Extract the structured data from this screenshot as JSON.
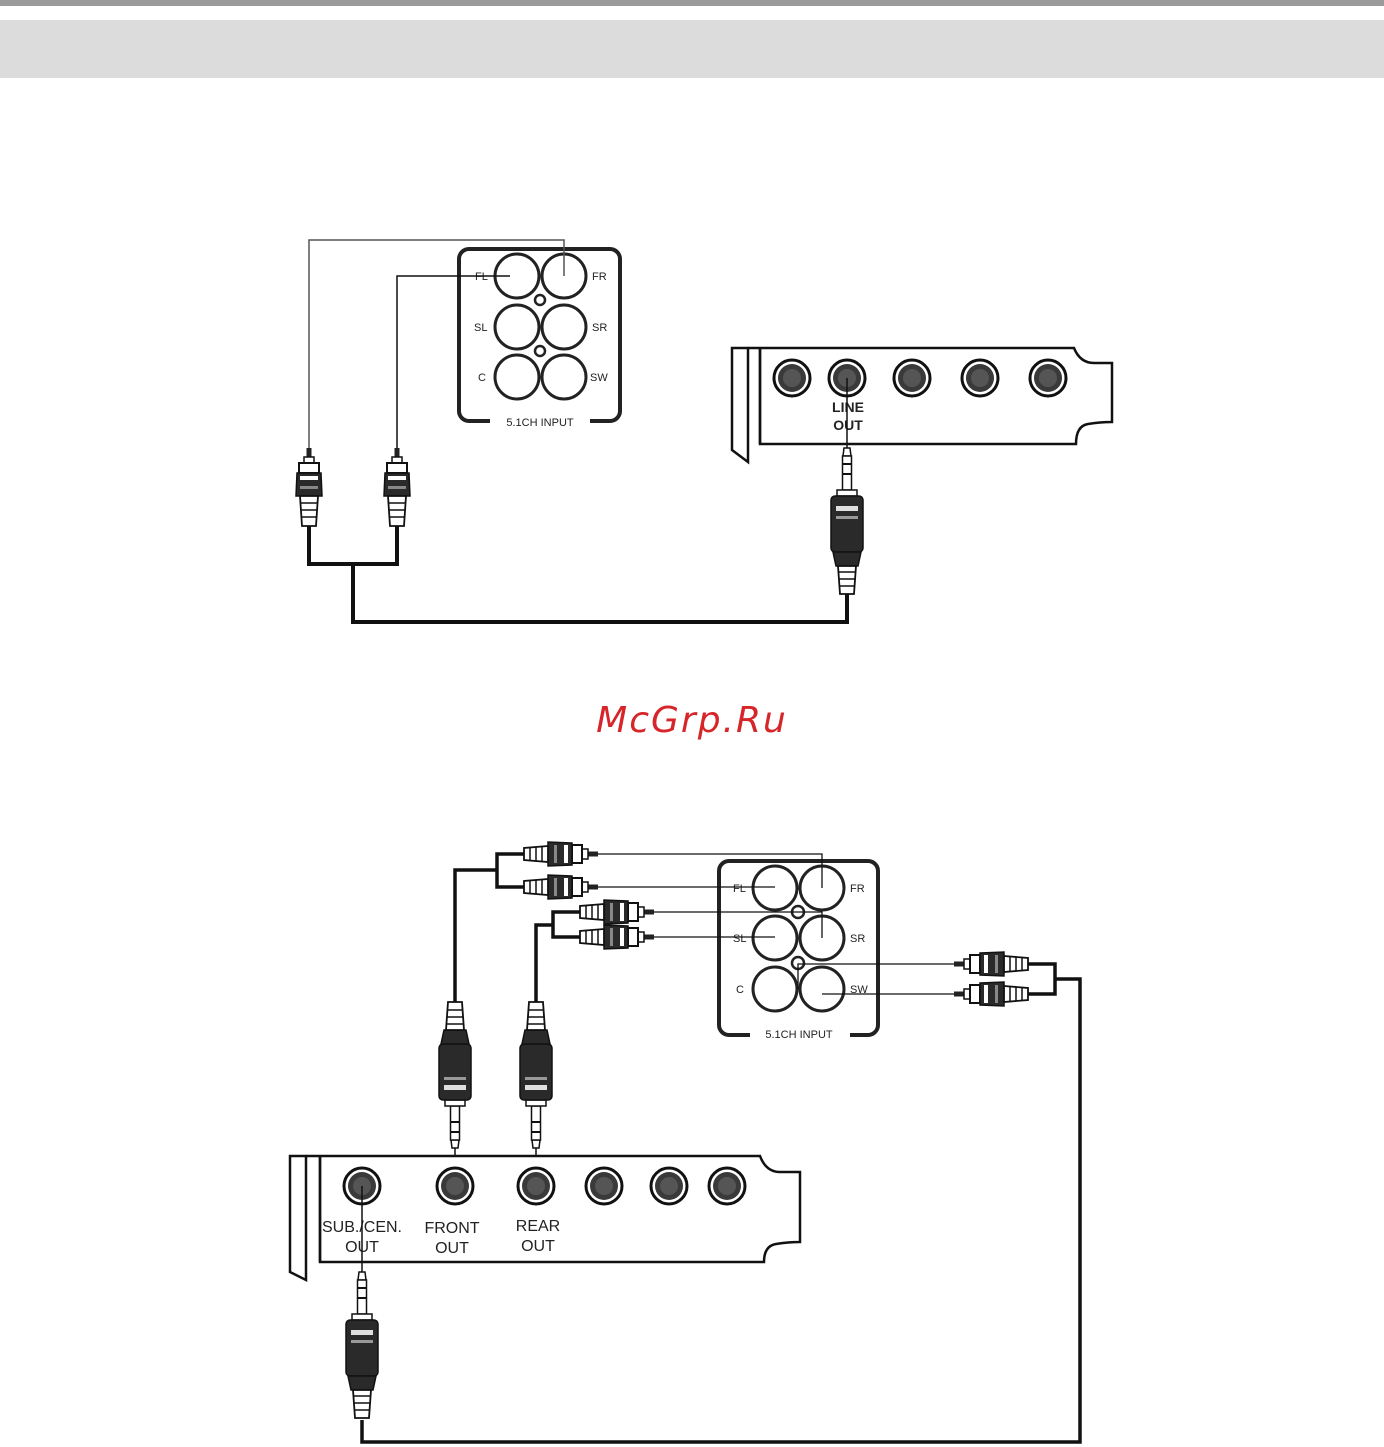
{
  "watermark": "McGrp.Ru",
  "colors": {
    "header_band": "#dcdcdc",
    "top_rule": "#9a9a9a",
    "watermark": "#d6262a"
  },
  "diagram1": {
    "panel_label": "5.1CH INPUT",
    "channels": {
      "fl": "FL",
      "fr": "FR",
      "sl": "SL",
      "sr": "SR",
      "c": "C",
      "sw": "SW"
    },
    "card_port_line1": "LINE",
    "card_port_line2": "OUT"
  },
  "diagram2": {
    "panel_label": "5.1CH INPUT",
    "channels": {
      "fl": "FL",
      "fr": "FR",
      "sl": "SL",
      "sr": "SR",
      "c": "C",
      "sw": "SW"
    },
    "ports": {
      "sub_line1": "SUB./CEN.",
      "sub_line2": "OUT",
      "front_line1": "FRONT",
      "front_line2": "OUT",
      "rear_line1": "REAR",
      "rear_line2": "OUT"
    }
  }
}
